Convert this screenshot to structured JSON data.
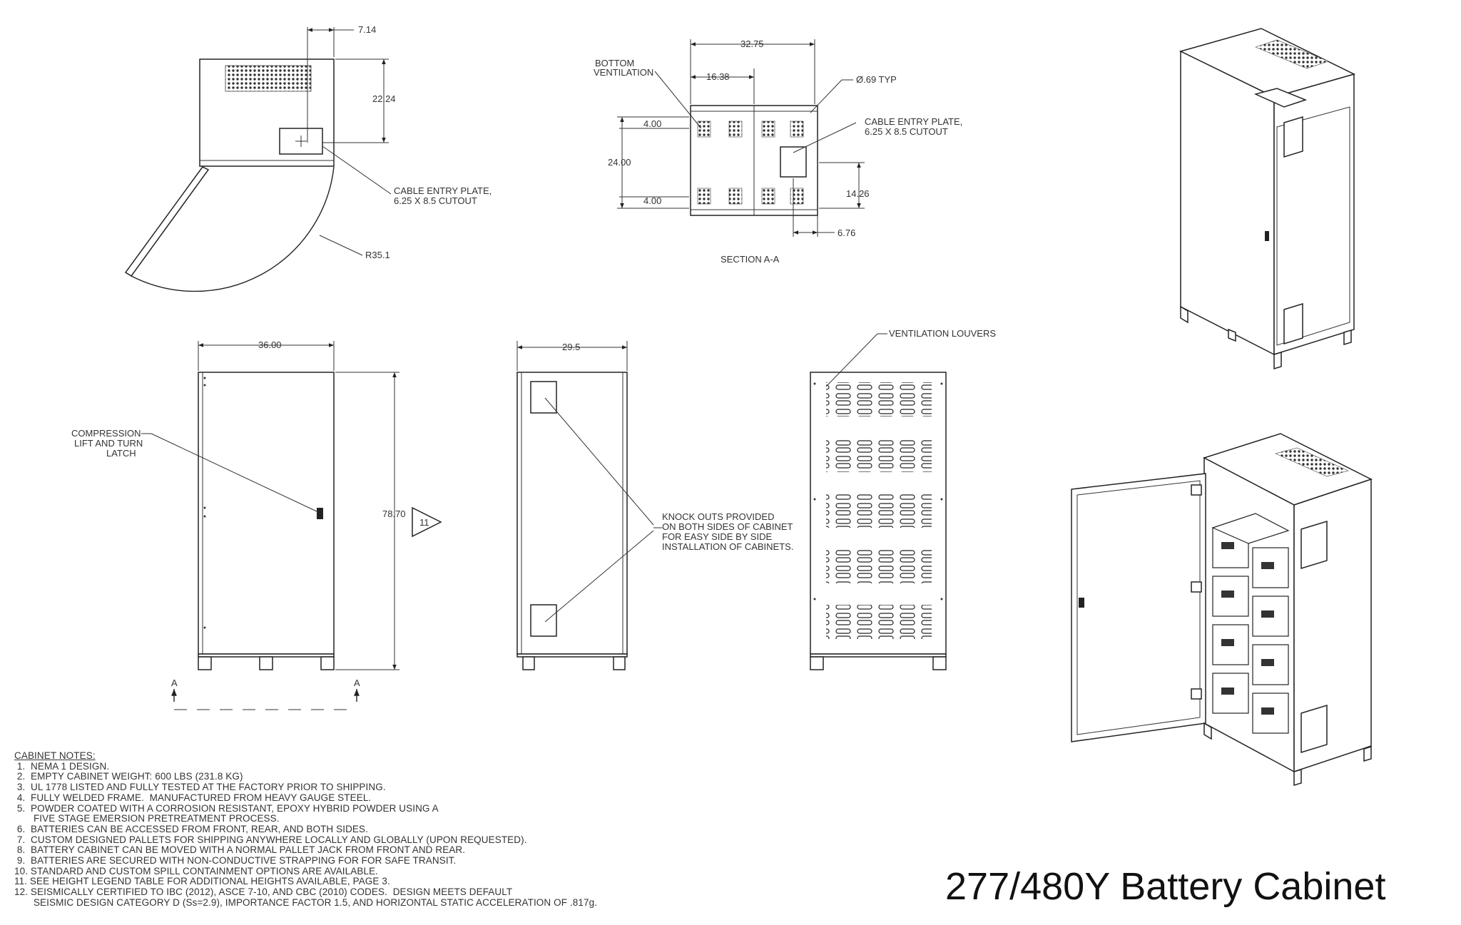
{
  "title": "277/480Y Battery Cabinet",
  "top_view": {
    "dim_offset": "7.14",
    "dim_depth": "22.24",
    "cable_plate_label": [
      "CABLE ENTRY PLATE,",
      "6.25 X 8.5 CUTOUT"
    ],
    "radius": "R35.1"
  },
  "section": {
    "dim_width": "32.75",
    "dim_half": "16.38",
    "dim_hole": "Ø.69 TYP",
    "bottom_vent_label": [
      "BOTTOM",
      "VENTILATION"
    ],
    "cable_plate_label": [
      "CABLE ENTRY PLATE,",
      "6.25 X 8.5 CUTOUT"
    ],
    "dim_depth": "24.00",
    "dim_vent_top": "4.00",
    "dim_vent_bottom": "4.00",
    "dim_plate_y": "14.26",
    "dim_plate_x": "6.76",
    "caption": "SECTION A-A"
  },
  "front_view": {
    "dim_width": "36.00",
    "dim_height": "78.70",
    "height_note_ref": "11",
    "latch_label": [
      "COMPRESSION",
      "LIFT AND TURN",
      "LATCH"
    ],
    "section_marker": "A"
  },
  "side_view": {
    "dim_depth": "29.5",
    "knockout_label": [
      "KNOCK OUTS PROVIDED",
      "ON BOTH SIDES OF CABINET",
      "FOR EASY SIDE BY SIDE",
      "INSTALLATION OF CABINETS."
    ]
  },
  "rear_view": {
    "louver_label": "VENTILATION LOUVERS"
  },
  "notes": {
    "heading": "CABINET NOTES:",
    "items": [
      " 1.  NEMA 1 DESIGN.",
      " 2.  EMPTY CABINET WEIGHT: 600 LBS (231.8 KG)",
      " 3.  UL 1778 LISTED AND FULLY TESTED AT THE FACTORY PRIOR TO SHIPPING.",
      " 4.  FULLY WELDED FRAME.  MANUFACTURED FROM HEAVY GAUGE STEEL.",
      " 5.  POWDER COATED WITH A CORROSION RESISTANT, EPOXY HYBRID POWDER USING A",
      "       FIVE STAGE EMERSION PRETREATMENT PROCESS.",
      " 6.  BATTERIES CAN BE ACCESSED FROM FRONT, REAR, AND BOTH SIDES.",
      " 7.  CUSTOM DESIGNED PALLETS FOR SHIPPING ANYWHERE LOCALLY AND GLOBALLY (UPON REQUESTED).",
      " 8.  BATTERY CABINET CAN BE MOVED WITH A NORMAL PALLET JACK FROM FRONT AND REAR.",
      " 9.  BATTERIES ARE SECURED WITH NON-CONDUCTIVE STRAPPING FOR FOR SAFE TRANSIT.",
      "10. STANDARD AND CUSTOM SPILL CONTAINMENT OPTIONS ARE AVAILABLE.",
      "11. SEE HEIGHT LEGEND TABLE FOR ADDITIONAL HEIGHTS AVAILABLE, PAGE 3.",
      "12. SEISMICALLY CERTIFIED TO IBC (2012), ASCE 7-10, AND CBC (2010) CODES.  DESIGN MEETS DEFAULT",
      "       SEISMIC DESIGN CATEGORY D (Ss=2.9), IMPORTANCE FACTOR 1.5, AND HORIZONTAL STATIC ACCELERATION OF .817g."
    ]
  }
}
